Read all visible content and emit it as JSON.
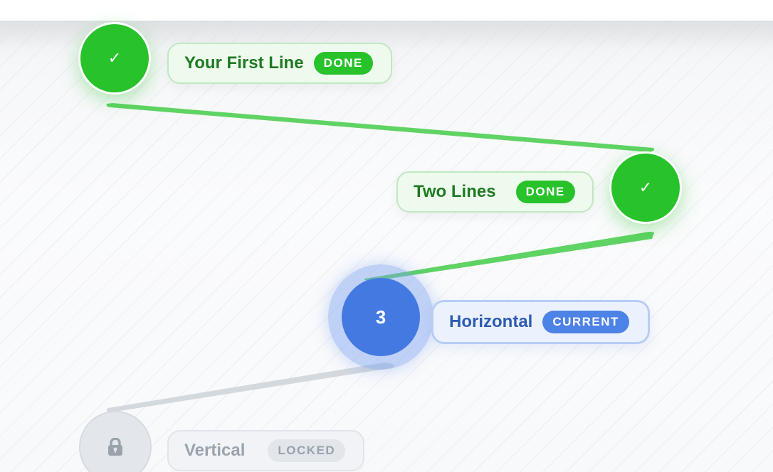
{
  "colors": {
    "done": "#28c22b",
    "done_line": "#5fd363",
    "current": "#4479e2",
    "locked": "#e3e7ec",
    "locked_line": "#d4d9dd",
    "done_text": "#1f7a23",
    "current_text": "#2d5bb3",
    "locked_text": "#9aa3ad"
  },
  "path": {
    "steps": [
      {
        "index": 1,
        "title": "Your First Line",
        "status": "done",
        "badge": "DONE",
        "node_icon": "check-icon",
        "node_glyph": "✓"
      },
      {
        "index": 2,
        "title": "Two Lines",
        "status": "done",
        "badge": "DONE",
        "node_icon": "check-icon",
        "node_glyph": "✓"
      },
      {
        "index": 3,
        "title": "Horizontal",
        "status": "current",
        "badge": "CURRENT",
        "node_icon": "number",
        "node_glyph": "3"
      },
      {
        "index": 4,
        "title": "Vertical",
        "status": "locked",
        "badge": "LOCKED",
        "node_icon": "lock-icon",
        "node_glyph": ""
      }
    ]
  }
}
